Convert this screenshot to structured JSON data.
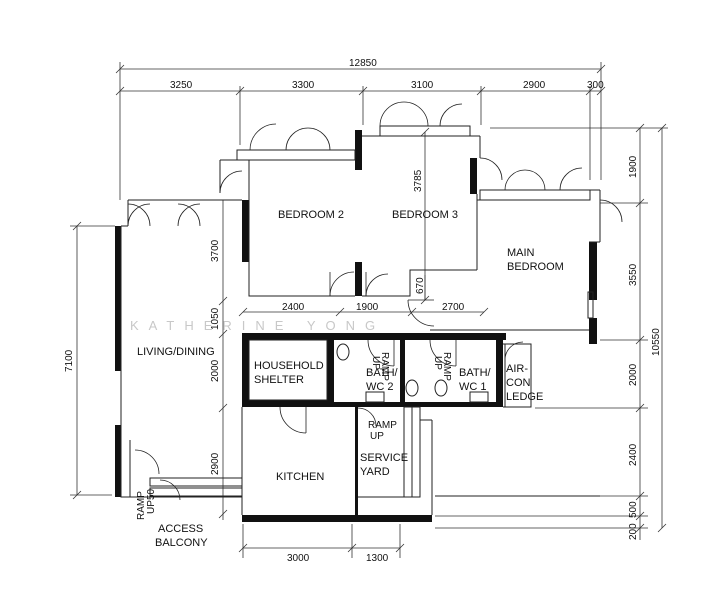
{
  "rooms": {
    "bedroom2": "BEDROOM 2",
    "bedroom3": "BEDROOM 3",
    "main_bedroom_line1": "MAIN",
    "main_bedroom_line2": "BEDROOM",
    "living_dining": "LIVING/DINING",
    "household_shelter_line1": "HOUSEHOLD",
    "household_shelter_line2": "SHELTER",
    "bath2_line1": "BATH/",
    "bath2_line2": "WC 2",
    "bath1_line1": "BATH/",
    "bath1_line2": "WC 1",
    "aircon_line1": "AIR-",
    "aircon_line2": "CON",
    "aircon_line3": "LEDGE",
    "kitchen": "KITCHEN",
    "service_yard_line1": "SERVICE",
    "service_yard_line2": "YARD",
    "access_balcony_line1": "ACCESS",
    "access_balcony_line2": "BALCONY"
  },
  "annotations": {
    "ramp_up_yard_line1": "RAMP",
    "ramp_up_yard_line2": "UP",
    "ramp_up_bath2_line1": "RAMP",
    "ramp_up_bath2_line2": "UP",
    "ramp_up_bath1_line1": "RAMP",
    "ramp_up_bath1_line2": "UP",
    "ramp_up_entry_line1": "RAMP",
    "ramp_up_entry_line2": "UP",
    "ramp_up_entry_value": "50"
  },
  "dimensions": {
    "top_overall": "12850",
    "top_1": "3250",
    "top_2": "3300",
    "top_3": "3100",
    "top_4": "2900",
    "top_5": "300",
    "bedroom3_depth": "3785",
    "corridor_1": "2400",
    "corridor_2": "1900",
    "corridor_3": "2700",
    "corridor_4": "670",
    "left_overall": "7100",
    "left_1": "3700",
    "left_2": "1050",
    "left_3": "2000",
    "left_4": "2900",
    "right_1": "1900",
    "right_2": "3550",
    "right_3": "2000",
    "right_4": "2400",
    "right_5": "500",
    "right_6": "200",
    "right_overall": "10550",
    "bottom_1": "3000",
    "bottom_2": "1300"
  },
  "watermark": "KATHERINE YONG"
}
